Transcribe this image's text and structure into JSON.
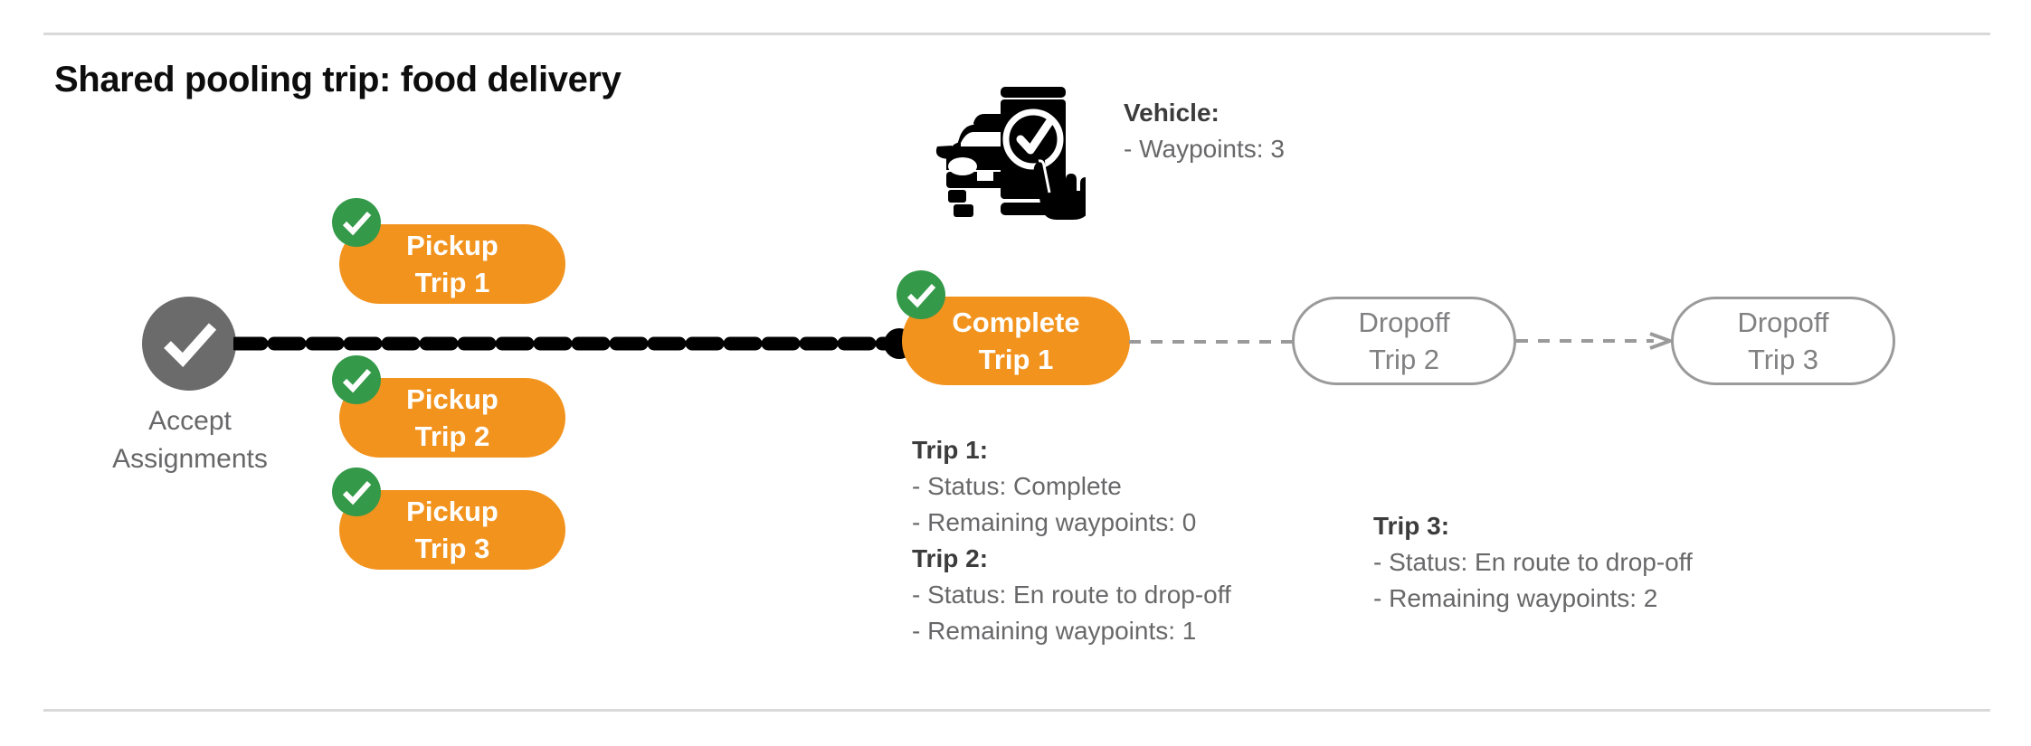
{
  "title": "Shared pooling trip: food delivery",
  "colors": {
    "pill_fill": "#F2931E",
    "badge_green": "#349949",
    "start_gray": "#6b6b6b",
    "outline_gray": "#9a9a9a",
    "text_gray": "#68686a",
    "rule_gray": "#d9d9d9"
  },
  "start": {
    "icon": "check-circle-icon",
    "label_line1": "Accept",
    "label_line2": "Assignments"
  },
  "pickups": [
    {
      "line1": "Pickup",
      "line2": "Trip 1",
      "badge": "check-badge-icon"
    },
    {
      "line1": "Pickup",
      "line2": "Trip 2",
      "badge": "check-badge-icon"
    },
    {
      "line1": "Pickup",
      "line2": "Trip 3",
      "badge": "check-badge-icon"
    }
  ],
  "complete": {
    "line1": "Complete",
    "line2": "Trip 1",
    "badge": "check-badge-icon"
  },
  "dropoffs": [
    {
      "line1": "Dropoff",
      "line2": "Trip 2"
    },
    {
      "line1": "Dropoff",
      "line2": "Trip 3"
    }
  ],
  "vehicle": {
    "icon": "vehicle-phone-check-icon",
    "heading": "Vehicle:",
    "waypoints": "- Waypoints: 3"
  },
  "trip_details": [
    {
      "heading": "Trip 1:",
      "status": "- Status:  Complete",
      "remaining": "- Remaining waypoints: 0"
    },
    {
      "heading": "Trip 2:",
      "status": "- Status:  En route to drop-off",
      "remaining": "- Remaining waypoints: 1"
    },
    {
      "heading": "Trip 3:",
      "status": "- Status:  En route to drop-off",
      "remaining": "- Remaining waypoints: 2"
    }
  ]
}
